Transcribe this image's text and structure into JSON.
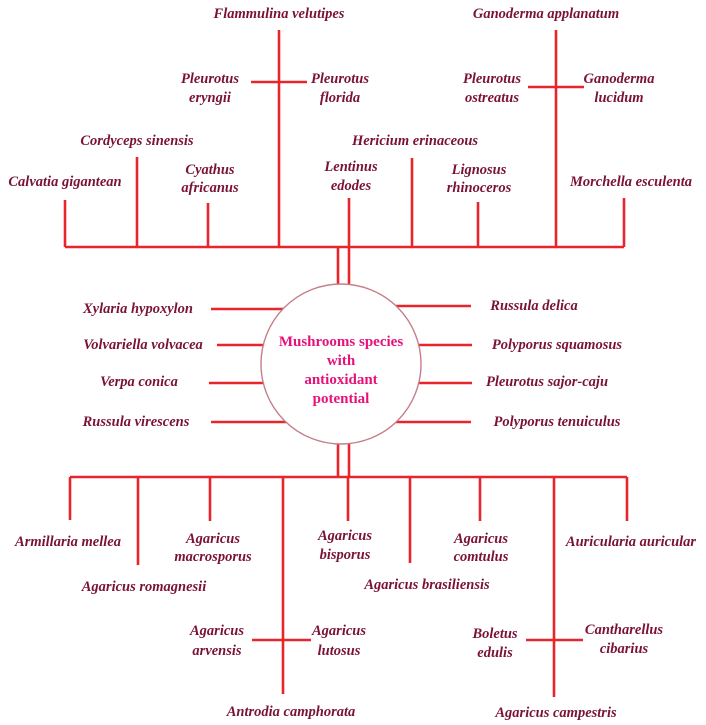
{
  "center": [
    "Mushrooms species",
    "with",
    "antioxidant",
    "potential"
  ],
  "top": {
    "calvatia": "Calvatia gigantean",
    "cordyceps": "Cordyceps sinensis",
    "cyathus": [
      "Cyathus",
      "africanus"
    ],
    "pleurotus_eryngii": [
      "Pleurotus",
      "eryngii"
    ],
    "flammulina": "Flammulina velutipes",
    "pleurotus_florida": [
      "Pleurotus",
      "florida"
    ],
    "lentinus": [
      "Lentinus",
      "edodes"
    ],
    "hericium": "Hericium erinaceous",
    "lignosus": [
      "Lignosus",
      "rhinoceros"
    ],
    "pleurotus_ostreatus": [
      "Pleurotus",
      "ostreatus"
    ],
    "ganoderma_applanatum": "Ganoderma applanatum",
    "ganoderma_lucidum": [
      "Ganoderma",
      "lucidum"
    ],
    "morchella": "Morchella esculenta"
  },
  "left": {
    "xylaria": "Xylaria hypoxylon",
    "volvariella": "Volvariella volvacea",
    "verpa": "Verpa conica",
    "russula_virescens": "Russula virescens"
  },
  "right": {
    "russula_delica": "Russula delica",
    "polyporus_squamosus": "Polyporus squamosus",
    "pleurotus_sajor": "Pleurotus sajor-caju",
    "polyporus_tenuiculus": "Polyporus tenuiculus"
  },
  "bottom": {
    "armillaria": "Armillaria mellea",
    "agaricus_romagnesii": "Agaricus romagnesii",
    "agaricus_macrosporus": [
      "Agaricus",
      "macrosporus"
    ],
    "agaricus_arvensis": [
      "Agaricus",
      "arvensis"
    ],
    "agaricus_lutosus": [
      "Agaricus",
      "lutosus"
    ],
    "antrodia": "Antrodia camphorata",
    "agaricus_bisporus": [
      "Agaricus",
      "bisporus"
    ],
    "agaricus_brasiliensis": "Agaricus brasiliensis",
    "agaricus_comtulus": [
      "Agaricus",
      "comtulus"
    ],
    "boletus": [
      "Boletus",
      "edulis"
    ],
    "agaricus_campestris": "Agaricus campestris",
    "cantharellus": [
      "Cantharellus",
      "cibarius"
    ],
    "auricularia": "Auricularia auricular"
  },
  "colors": {
    "line": "#e8252a",
    "label": "#7a1237",
    "center_text": "#e6127a",
    "circle_border": "#c67e8a"
  }
}
